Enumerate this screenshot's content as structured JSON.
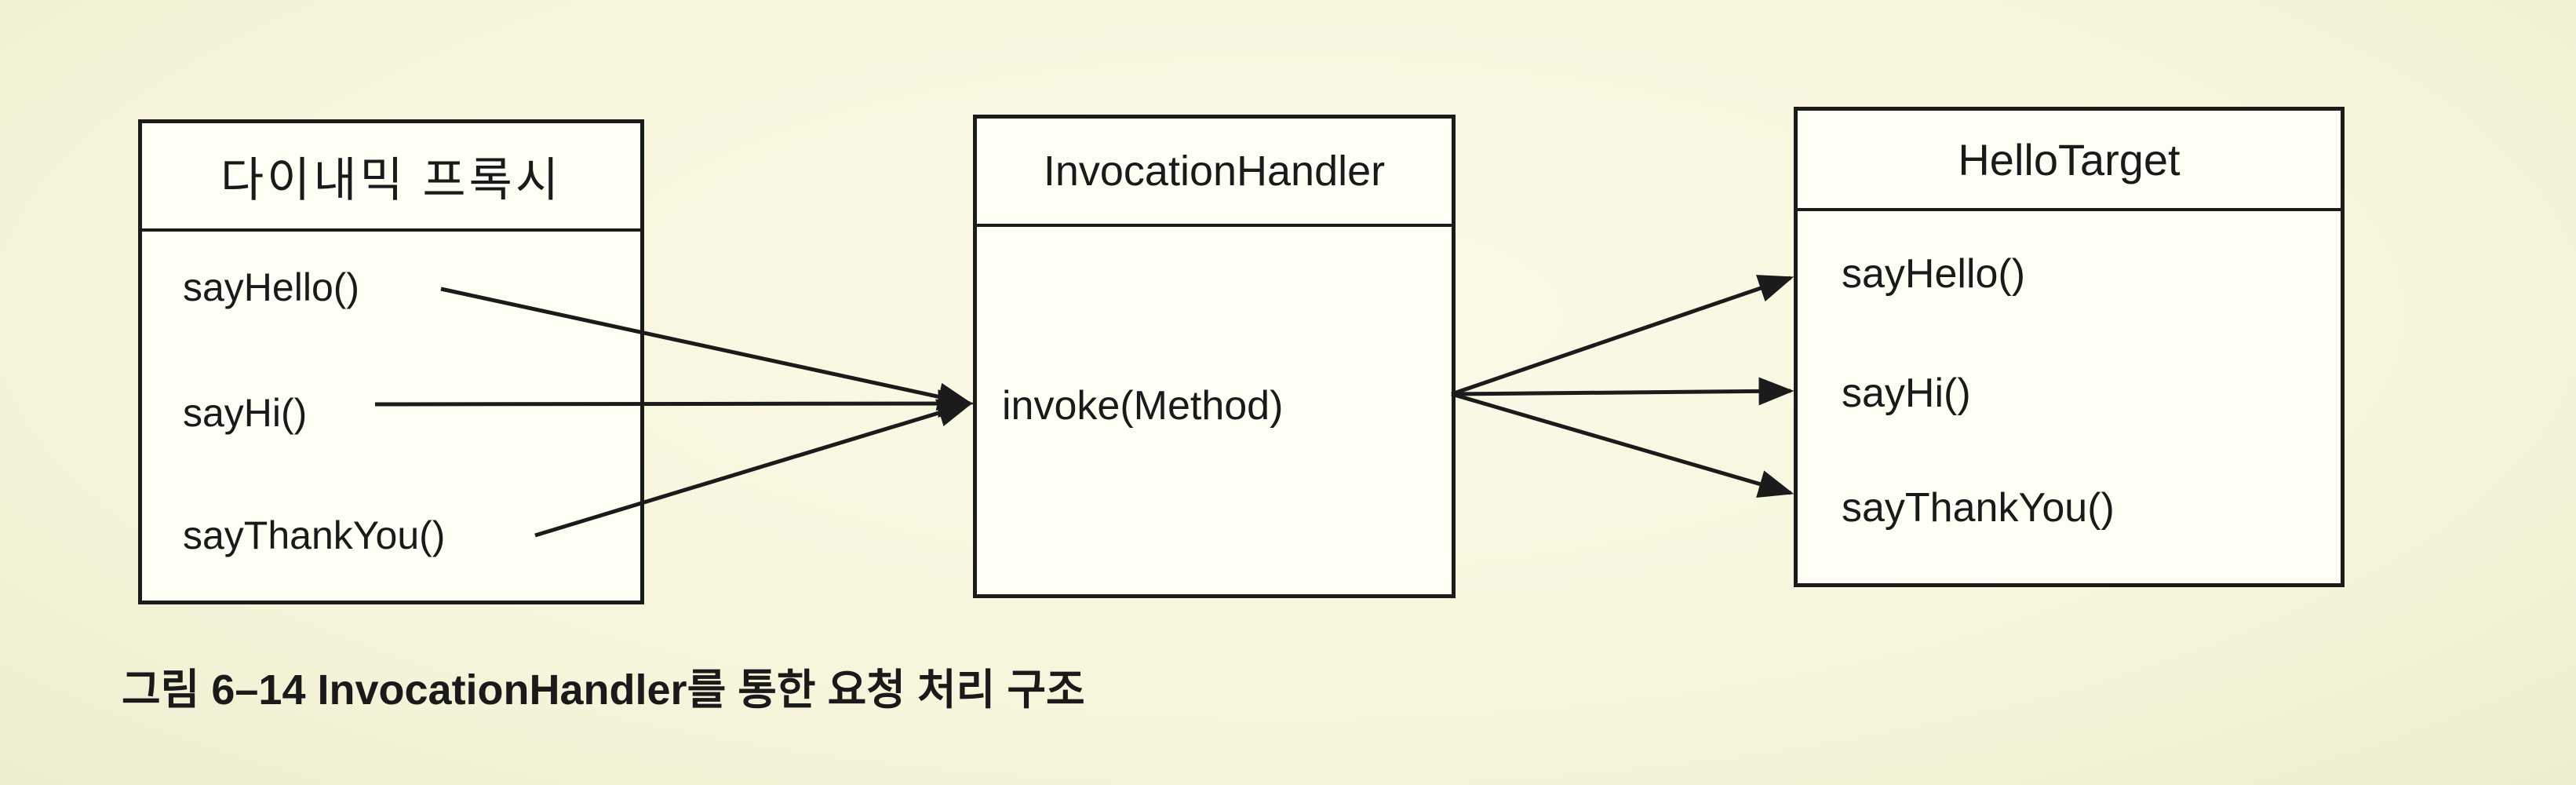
{
  "proxy": {
    "title": "다이내믹 프록시",
    "methods": [
      "sayHello()",
      "sayHi()",
      "sayThankYou()"
    ]
  },
  "handler": {
    "title": "InvocationHandler",
    "method": "invoke(Method)"
  },
  "target": {
    "title": "HelloTarget",
    "methods": [
      "sayHello()",
      "sayHi()",
      "sayThankYou()"
    ]
  },
  "caption": "그림 6–14 InvocationHandler를 통한 요청 처리 구조",
  "colors": {
    "background": "#f7f5dc",
    "box_fill": "#fffef5",
    "stroke": "#1b1b1b"
  }
}
